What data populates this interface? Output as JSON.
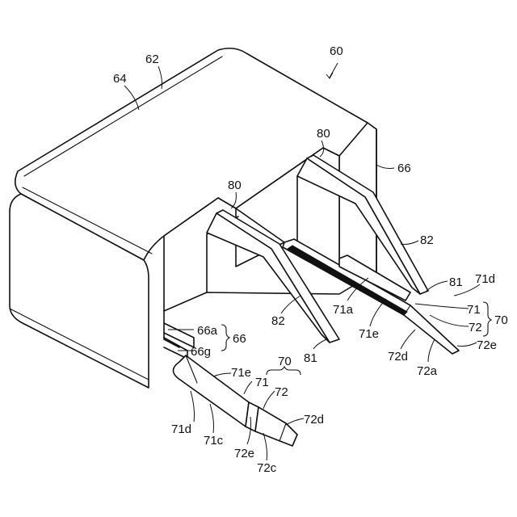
{
  "labels": {
    "l60": "60",
    "l62": "62",
    "l64": "64",
    "l66_right": "66",
    "l80_a": "80",
    "l80_b": "80",
    "l82_right": "82",
    "l82_left": "82",
    "l81_right": "81",
    "l81_left": "81",
    "l71d_right": "71d",
    "l71a": "71a",
    "l71_right": "71",
    "l70_right": "70",
    "l71e_right": "71e",
    "l72_right": "72",
    "l72e_right": "72e",
    "l72d_right": "72d",
    "l72a": "72a",
    "l66a": "66a",
    "l66_left": "66",
    "l66g": "66g",
    "l70_bottom": "70",
    "l71e_bottom": "71e",
    "l71_bottom": "71",
    "l72_bottom": "72",
    "l72d_bottom": "72d",
    "l71d_bottom": "71d",
    "l71c": "71c",
    "l72e_bottom": "72e",
    "l72c": "72c"
  }
}
